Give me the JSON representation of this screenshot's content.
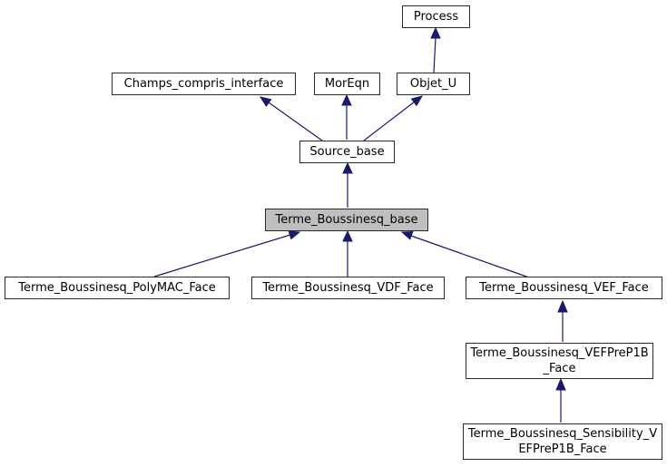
{
  "diagram": {
    "type": "class-inheritance-graph",
    "highlighted_class": "Terme_Boussinesq_base",
    "nodes": {
      "process": {
        "label": "Process",
        "highlighted": false
      },
      "champs_compris_interface": {
        "label": "Champs_compris_interface",
        "highlighted": false
      },
      "moreqn": {
        "label": "MorEqn",
        "highlighted": false
      },
      "objet_u": {
        "label": "Objet_U",
        "highlighted": false
      },
      "source_base": {
        "label": "Source_base",
        "highlighted": false
      },
      "terme_boussinesq_base": {
        "label": "Terme_Boussinesq_base",
        "highlighted": true
      },
      "terme_boussinesq_polymac_face": {
        "label": "Terme_Boussinesq_PolyMAC_Face",
        "highlighted": false
      },
      "terme_boussinesq_vdf_face": {
        "label": "Terme_Boussinesq_VDF_Face",
        "highlighted": false
      },
      "terme_boussinesq_vef_face": {
        "label": "Terme_Boussinesq_VEF_Face",
        "highlighted": false
      },
      "terme_boussinesq_vefprep1b_face": {
        "label": "Terme_Boussinesq_VEFPreP1B_Face",
        "highlighted": false
      },
      "terme_boussinesq_sensibility_vefprep1b_face": {
        "label": "Terme_Boussinesq_Sensibility_VEFPreP1B_Face",
        "highlighted": false
      }
    },
    "edges": [
      {
        "from": "Objet_U",
        "to": "Process"
      },
      {
        "from": "Source_base",
        "to": "Champs_compris_interface"
      },
      {
        "from": "Source_base",
        "to": "MorEqn"
      },
      {
        "from": "Source_base",
        "to": "Objet_U"
      },
      {
        "from": "Terme_Boussinesq_base",
        "to": "Source_base"
      },
      {
        "from": "Terme_Boussinesq_PolyMAC_Face",
        "to": "Terme_Boussinesq_base"
      },
      {
        "from": "Terme_Boussinesq_VDF_Face",
        "to": "Terme_Boussinesq_base"
      },
      {
        "from": "Terme_Boussinesq_VEF_Face",
        "to": "Terme_Boussinesq_base"
      },
      {
        "from": "Terme_Boussinesq_VEFPreP1B_Face",
        "to": "Terme_Boussinesq_VEF_Face"
      },
      {
        "from": "Terme_Boussinesq_Sensibility_VEFPreP1B_Face",
        "to": "Terme_Boussinesq_VEFPreP1B_Face"
      }
    ],
    "colors": {
      "edge": "#191970",
      "node_border": "#2a2a2a",
      "node_fill": "#ffffff",
      "highlight_fill": "#bfbfbf",
      "text": "#000000",
      "background": "#ffffff"
    }
  }
}
